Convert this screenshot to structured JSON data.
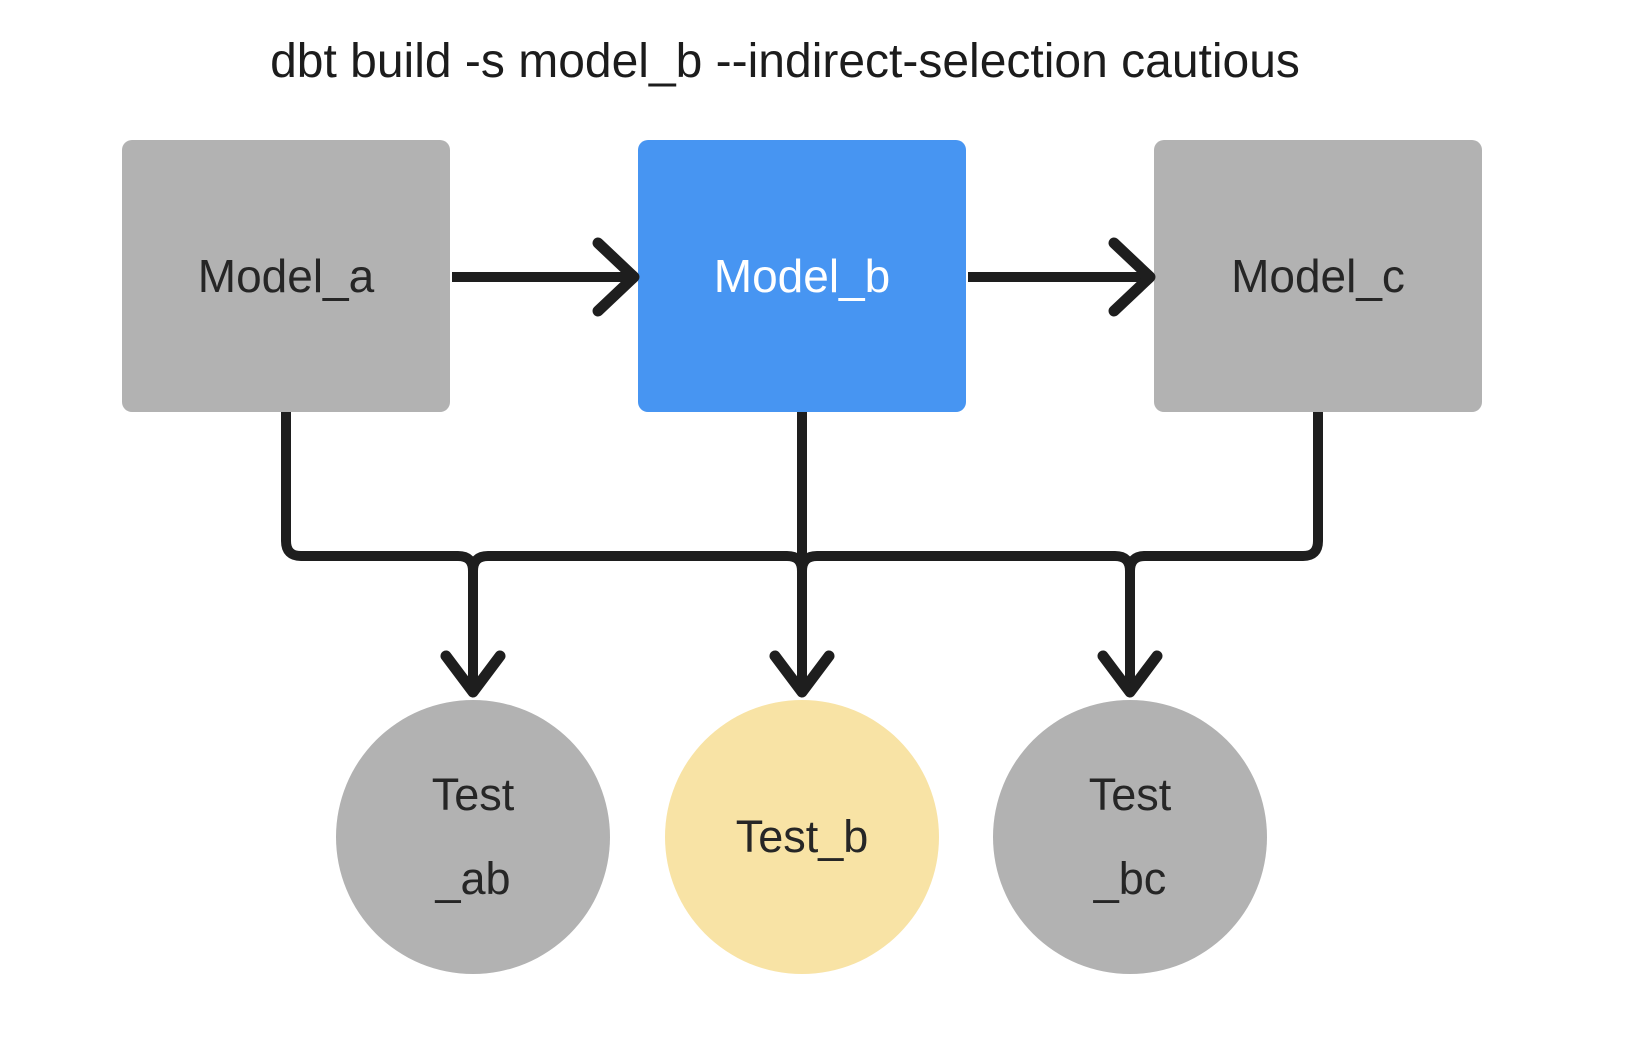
{
  "title": "dbt build -s model_b --indirect-selection cautious",
  "nodes": {
    "model_a": {
      "label": "Model_a",
      "shape": "rect",
      "fill": "gray"
    },
    "model_b": {
      "label": "Model_b",
      "shape": "rect",
      "fill": "blue"
    },
    "model_c": {
      "label": "Model_c",
      "shape": "rect",
      "fill": "gray"
    },
    "test_ab": {
      "label_line1": "Test",
      "label_line2": "_ab",
      "shape": "circle",
      "fill": "gray"
    },
    "test_b": {
      "label": "Test_b",
      "shape": "circle",
      "fill": "yellow"
    },
    "test_bc": {
      "label_line1": "Test",
      "label_line2": "_bc",
      "shape": "circle",
      "fill": "gray"
    }
  },
  "edges": [
    {
      "from": "model_a",
      "to": "model_b"
    },
    {
      "from": "model_b",
      "to": "model_c"
    },
    {
      "from": "model_a + model_b",
      "to": "test_ab"
    },
    {
      "from": "model_b",
      "to": "test_b"
    },
    {
      "from": "model_b + model_c",
      "to": "test_bc"
    }
  ],
  "colors": {
    "node_gray": "#b2b2b2",
    "node_blue": "#4795f2",
    "node_yellow": "#f8e3a5",
    "edge": "#1e1e1e",
    "text_dark": "#262626",
    "text_light": "#ffffff",
    "bg": "#ffffff"
  }
}
